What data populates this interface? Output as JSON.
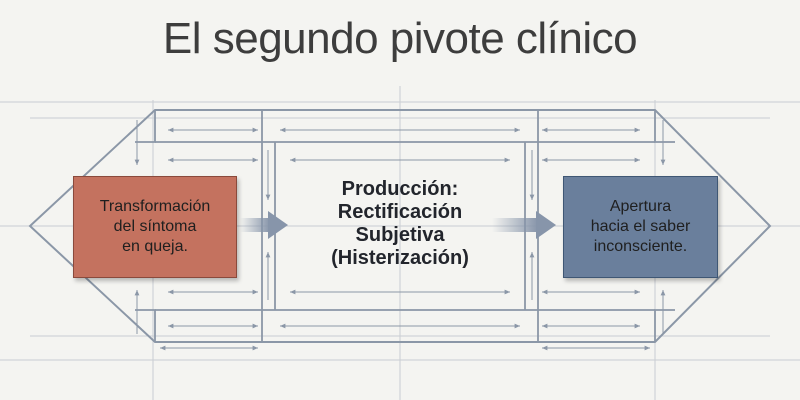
{
  "title": "El segundo pivote clínico",
  "colors": {
    "background": "#f4f4f1",
    "left_box": "#c4725f",
    "right_box": "#6a7f9c",
    "blueprint_line": "#8b97a7",
    "flow_arrow": "#8795aa"
  },
  "left_box": {
    "lines": [
      "Transformación",
      "del síntoma",
      "en queja."
    ]
  },
  "center": {
    "lines": [
      "Producción:",
      "Rectificación",
      "Subjetiva",
      "(Histerización)"
    ]
  },
  "right_box": {
    "lines": [
      "Apertura",
      "hacia el saber",
      "inconsciente."
    ]
  }
}
